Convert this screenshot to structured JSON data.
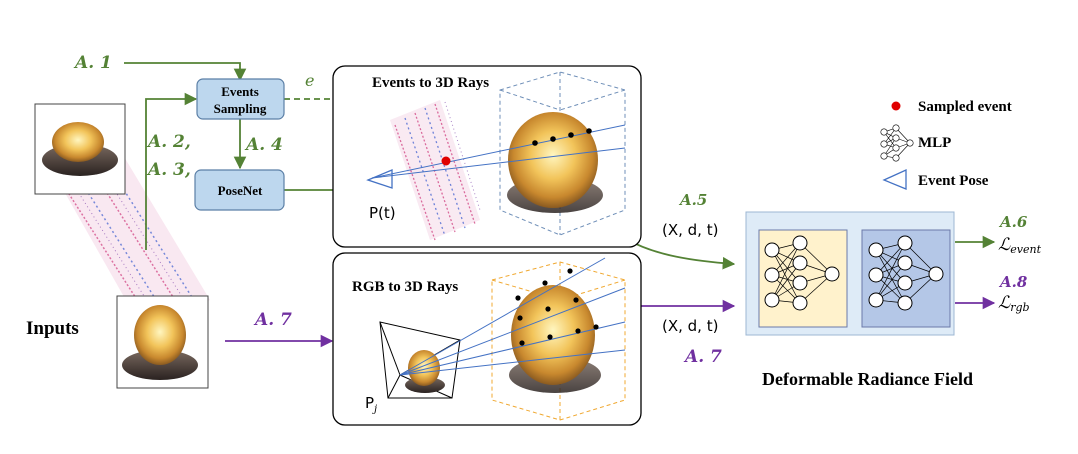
{
  "colors": {
    "green": "#548235",
    "purple": "#7030a0",
    "blue_box_fill": "#bdd7ee",
    "blue_box_stroke": "#5b7fa6",
    "field_fill": "#deebf7",
    "mlp1_fill": "#fff2cc",
    "mlp2_fill": "#b4c7e7",
    "red_dot": "#e00000",
    "ray_blue": "#4472c4",
    "bbox_blue": "#6f8fb8",
    "bbox_orange": "#f0a830"
  },
  "labels": {
    "inputs": "Inputs",
    "events_sampling_line1": "Events",
    "events_sampling_line2": "Sampling",
    "posenet": "PoseNet",
    "e_label": "e",
    "events_to_rays_title": "Events to 3D Rays",
    "rgb_to_rays_title": "RGB to 3D Rays",
    "p_t": "P(t)",
    "p_j": "P",
    "p_j_sub": "j",
    "xdt_top": "(X, d, t)",
    "xdt_bottom": "(X, d, t)",
    "field_caption": "Deformable Radiance Field",
    "loss_event": "ℒ",
    "loss_event_sub": "event",
    "loss_rgb": "ℒ",
    "loss_rgb_sub": "rgb"
  },
  "steps": {
    "a1": "A. 1",
    "a2": "A. 2,",
    "a3": "A. 3,",
    "a4": "A. 4",
    "a5": "A.5",
    "a6": "A.6",
    "a7_left": "A. 7",
    "a7_right": "A. 7",
    "a8": "A.8"
  },
  "legend": [
    {
      "icon": "red-dot-icon",
      "label": "Sampled event"
    },
    {
      "icon": "mlp-icon",
      "label": "MLP"
    },
    {
      "icon": "camera-pose-icon",
      "label": "Event Pose"
    }
  ]
}
